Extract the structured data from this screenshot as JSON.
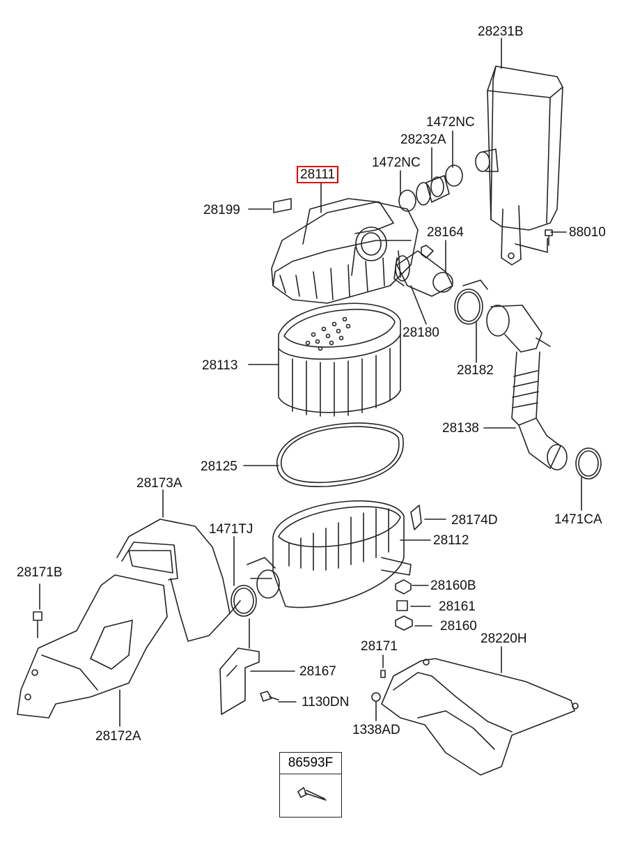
{
  "diagram": {
    "highlighted_part": "28111",
    "labels": {
      "p28231B": "28231B",
      "p1472NC_a": "1472NC",
      "p28232A": "28232A",
      "p1472NC_b": "1472NC",
      "p28111": "28111",
      "p28199": "28199",
      "p88010": "88010",
      "p28164": "28164",
      "p28180": "28180",
      "p28113": "28113",
      "p28182": "28182",
      "p28138": "28138",
      "p28125": "28125",
      "p1471CA": "1471CA",
      "p28173A": "28173A",
      "p1471TJ": "1471TJ",
      "p28174D": "28174D",
      "p28112": "28112",
      "p28171B": "28171B",
      "p28160B": "28160B",
      "p28161": "28161",
      "p28160": "28160",
      "p28220H": "28220H",
      "p28171": "28171",
      "p28167": "28167",
      "p1130DN": "1130DN",
      "p1338AD": "1338AD",
      "p28172A": "28172A",
      "p86593F": "86593F"
    },
    "colors": {
      "line": "#222222",
      "highlight": "#e00000"
    }
  }
}
